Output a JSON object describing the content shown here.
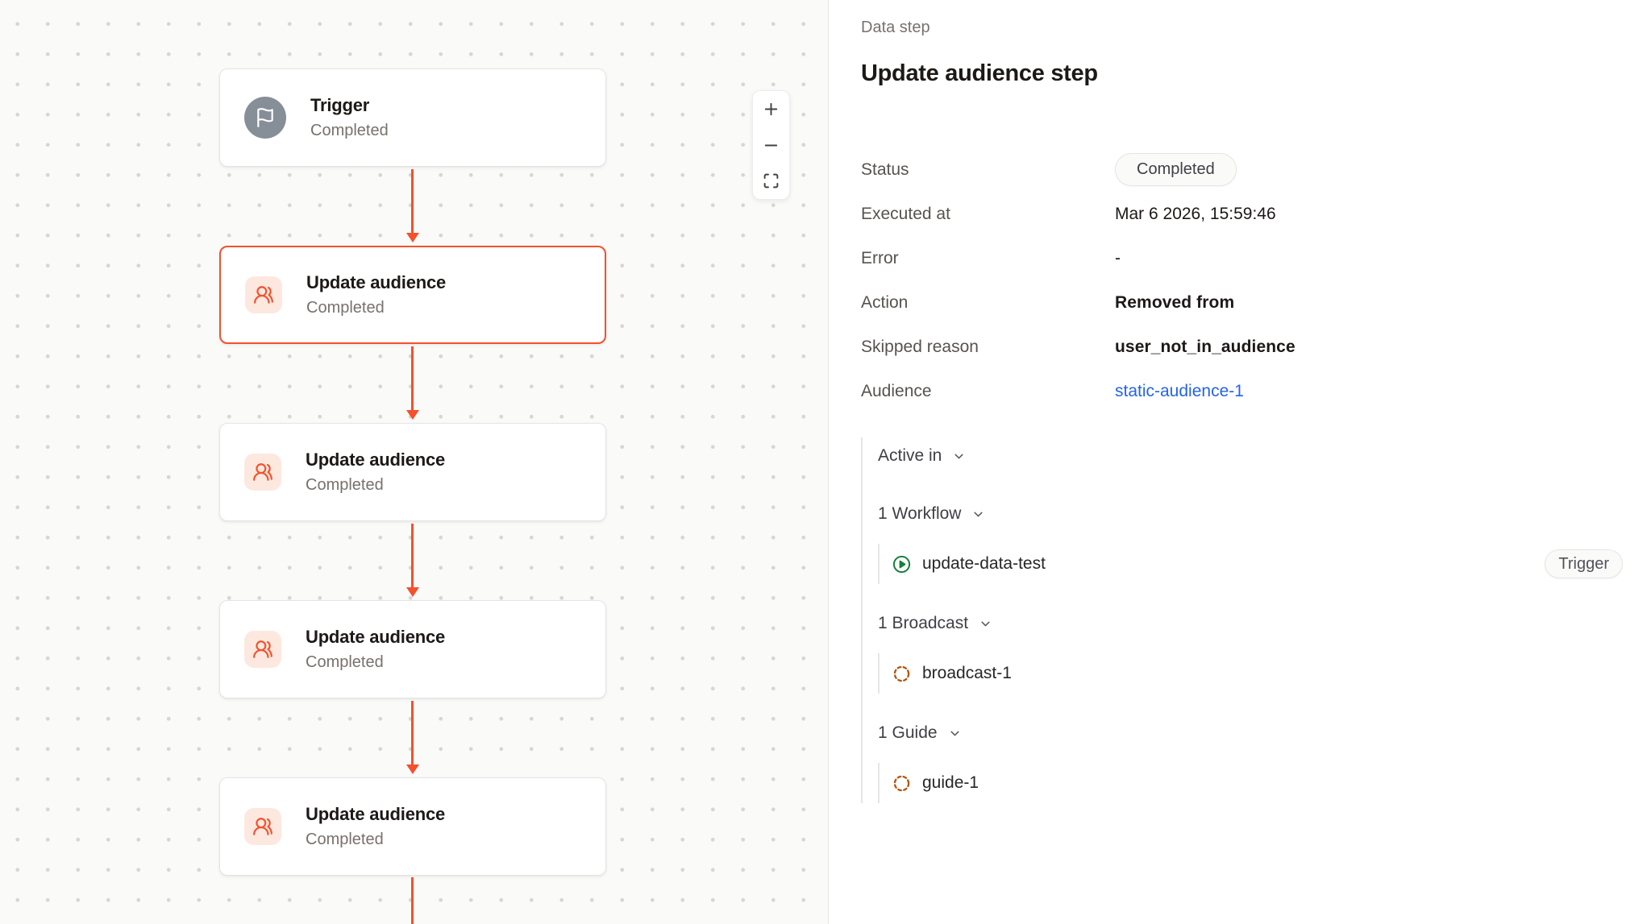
{
  "canvas": {
    "nodes": [
      {
        "icon": "flag-icon",
        "title": "Trigger",
        "subtitle": "Completed",
        "selected": false
      },
      {
        "icon": "users-icon",
        "title": "Update audience",
        "subtitle": "Completed",
        "selected": true
      },
      {
        "icon": "users-icon",
        "title": "Update audience",
        "subtitle": "Completed",
        "selected": false
      },
      {
        "icon": "users-icon",
        "title": "Update audience",
        "subtitle": "Completed",
        "selected": false
      },
      {
        "icon": "users-icon",
        "title": "Update audience",
        "subtitle": "Completed",
        "selected": false
      }
    ],
    "zoom_controls": [
      {
        "icon": "plus-icon",
        "action": "zoom-in"
      },
      {
        "icon": "minus-icon",
        "action": "zoom-out"
      },
      {
        "icon": "maximize-icon",
        "action": "fit-view"
      }
    ]
  },
  "panel": {
    "eyebrow": "Data step",
    "title": "Update audience step",
    "fields": [
      {
        "label": "Status",
        "value": "Completed",
        "type": "badge"
      },
      {
        "label": "Executed at",
        "value": "Mar 6 2026, 15:59:46",
        "type": "text"
      },
      {
        "label": "Error",
        "value": "-",
        "type": "text"
      },
      {
        "label": "Action",
        "value": "Removed from",
        "type": "text-strong"
      },
      {
        "label": "Skipped reason",
        "value": "user_not_in_audience",
        "type": "text-strong"
      },
      {
        "label": "Audience",
        "value": "static-audience-1",
        "type": "link"
      }
    ],
    "active_in": {
      "label": "Active in",
      "groups": [
        {
          "label": "1 Workflow",
          "items": [
            {
              "icon": "circle-play-icon",
              "name": "update-data-test",
              "badge": "Trigger"
            }
          ]
        },
        {
          "label": "1 Broadcast",
          "items": [
            {
              "icon": "dashed-circle-icon",
              "name": "broadcast-1"
            }
          ]
        },
        {
          "label": "1 Guide",
          "items": [
            {
              "icon": "dashed-circle-icon",
              "name": "guide-1"
            }
          ]
        }
      ]
    }
  },
  "colors": {
    "accent": "#f4512c",
    "accent_soft": "#fde8df",
    "trigger_gray": "#868e97",
    "link_blue": "#2563eb",
    "workflow_green": "#17803d",
    "item_amber": "#b45309",
    "canvas_bg": "#fafaf9"
  }
}
